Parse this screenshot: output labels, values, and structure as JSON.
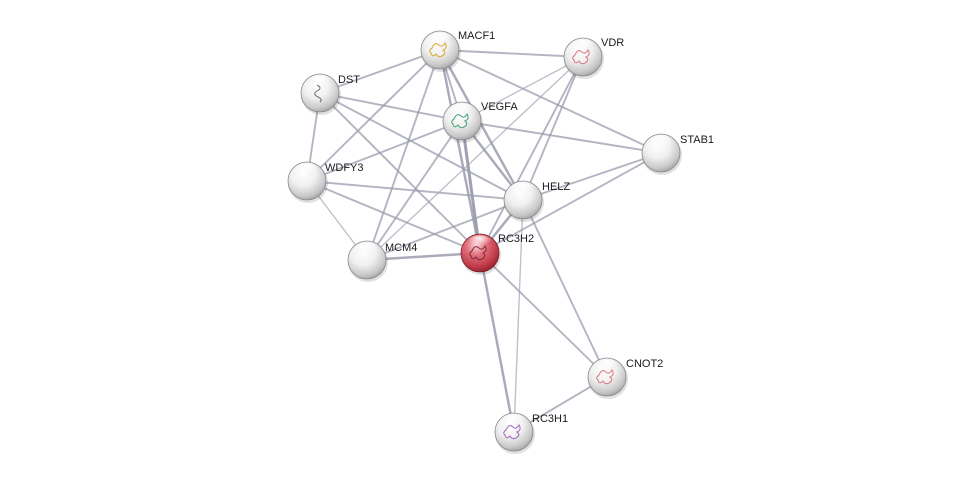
{
  "network": {
    "query_node": "RC3H2",
    "nodes": [
      {
        "id": "RC3H2",
        "label": "RC3H2",
        "query": true,
        "icon": "protein-structure-red-icon"
      },
      {
        "id": "MACF1",
        "label": "MACF1",
        "query": false,
        "icon": "protein-structure-yellow-icon"
      },
      {
        "id": "VDR",
        "label": "VDR",
        "query": false,
        "icon": "protein-structure-pink-icon"
      },
      {
        "id": "DST",
        "label": "DST",
        "query": false,
        "icon": "protein-strand-icon"
      },
      {
        "id": "VEGFA",
        "label": "VEGFA",
        "query": false,
        "icon": "protein-structure-green-icon"
      },
      {
        "id": "STAB1",
        "label": "STAB1",
        "query": false,
        "icon": ""
      },
      {
        "id": "WDFY3",
        "label": "WDFY3",
        "query": false,
        "icon": ""
      },
      {
        "id": "HELZ",
        "label": "HELZ",
        "query": false,
        "icon": ""
      },
      {
        "id": "MCM4",
        "label": "MCM4",
        "query": false,
        "icon": ""
      },
      {
        "id": "CNOT2",
        "label": "CNOT2",
        "query": false,
        "icon": "protein-structure-pink-icon"
      },
      {
        "id": "RC3H1",
        "label": "RC3H1",
        "query": false,
        "icon": "protein-structure-purple-icon"
      }
    ],
    "edges": [
      {
        "source": "MACF1",
        "target": "VDR",
        "strength": 2
      },
      {
        "source": "MACF1",
        "target": "VEGFA",
        "strength": 2
      },
      {
        "source": "MACF1",
        "target": "STAB1",
        "strength": 2
      },
      {
        "source": "MACF1",
        "target": "HELZ",
        "strength": 3
      },
      {
        "source": "MACF1",
        "target": "RC3H2",
        "strength": 3
      },
      {
        "source": "MACF1",
        "target": "DST",
        "strength": 2
      },
      {
        "source": "MACF1",
        "target": "WDFY3",
        "strength": 2
      },
      {
        "source": "MACF1",
        "target": "MCM4",
        "strength": 2
      },
      {
        "source": "VDR",
        "target": "VEGFA",
        "strength": 1
      },
      {
        "source": "VDR",
        "target": "HELZ",
        "strength": 2
      },
      {
        "source": "VDR",
        "target": "RC3H2",
        "strength": 2
      },
      {
        "source": "VDR",
        "target": "MCM4",
        "strength": 1
      },
      {
        "source": "DST",
        "target": "VEGFA",
        "strength": 2
      },
      {
        "source": "DST",
        "target": "WDFY3",
        "strength": 2
      },
      {
        "source": "DST",
        "target": "HELZ",
        "strength": 2
      },
      {
        "source": "DST",
        "target": "RC3H2",
        "strength": 2
      },
      {
        "source": "VEGFA",
        "target": "STAB1",
        "strength": 2
      },
      {
        "source": "VEGFA",
        "target": "WDFY3",
        "strength": 2
      },
      {
        "source": "VEGFA",
        "target": "HELZ",
        "strength": 3
      },
      {
        "source": "VEGFA",
        "target": "RC3H2",
        "strength": 4
      },
      {
        "source": "VEGFA",
        "target": "MCM4",
        "strength": 2
      },
      {
        "source": "STAB1",
        "target": "HELZ",
        "strength": 2
      },
      {
        "source": "STAB1",
        "target": "RC3H2",
        "strength": 2
      },
      {
        "source": "WDFY3",
        "target": "HELZ",
        "strength": 2
      },
      {
        "source": "WDFY3",
        "target": "RC3H2",
        "strength": 2
      },
      {
        "source": "WDFY3",
        "target": "MCM4",
        "strength": 1
      },
      {
        "source": "HELZ",
        "target": "RC3H2",
        "strength": 3
      },
      {
        "source": "HELZ",
        "target": "MCM4",
        "strength": 2
      },
      {
        "source": "HELZ",
        "target": "CNOT2",
        "strength": 2
      },
      {
        "source": "HELZ",
        "target": "RC3H1",
        "strength": 1
      },
      {
        "source": "RC3H2",
        "target": "MCM4",
        "strength": 3
      },
      {
        "source": "RC3H2",
        "target": "CNOT2",
        "strength": 2
      },
      {
        "source": "RC3H2",
        "target": "RC3H1",
        "strength": 3
      },
      {
        "source": "CNOT2",
        "target": "RC3H1",
        "strength": 2
      }
    ]
  }
}
